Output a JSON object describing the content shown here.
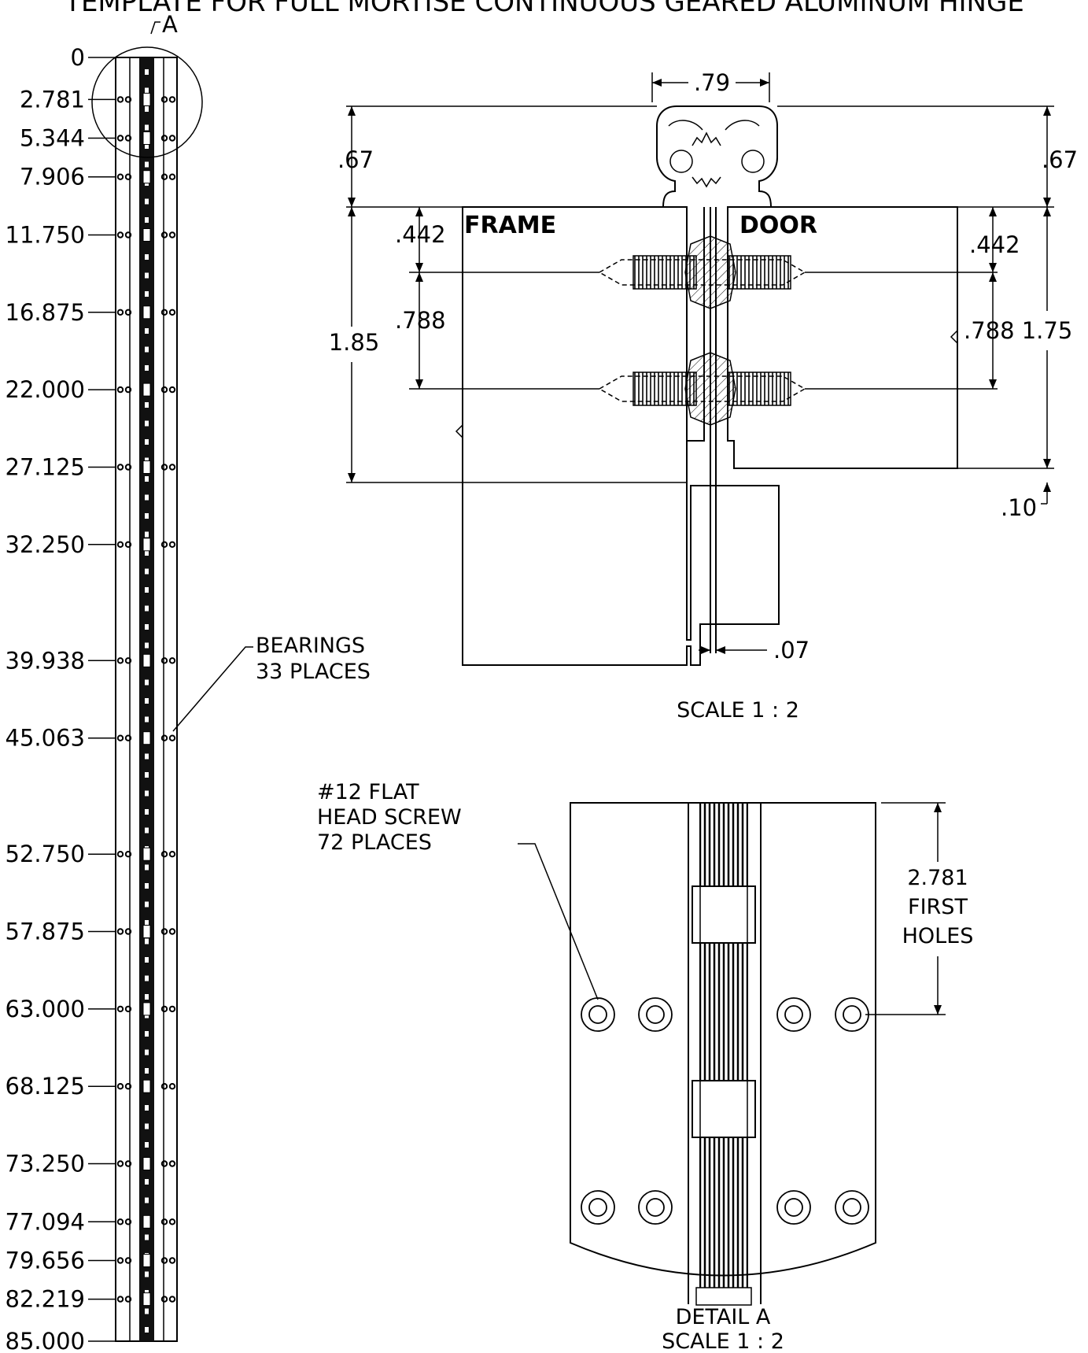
{
  "title": "TEMPLATE FOR FULL MORTISE CONTINUOUS GEARED ALUMINUM HINGE",
  "elevation": {
    "stations": [
      "0",
      "2.781",
      "5.344",
      "7.906",
      "11.750",
      "16.875",
      "22.000",
      "27.125",
      "32.250",
      "39.938",
      "45.063",
      "52.750",
      "57.875",
      "63.000",
      "68.125",
      "73.250",
      "77.094",
      "79.656",
      "82.219",
      "85.000"
    ],
    "detail_callout": "A",
    "bearings_label_1": "BEARINGS",
    "bearings_label_2": "33 PLACES"
  },
  "section": {
    "frame_label": "FRAME",
    "door_label": "DOOR",
    "dims": {
      "top_width": ".79",
      "left_top": ".67",
      "right_top": ".67",
      "left_442": ".442",
      "right_442": ".442",
      "left_788": ".788",
      "right_788": ".788",
      "overall_left": "1.85",
      "overall_right": "1.75",
      "bottom_gap": ".10",
      "slot": ".07"
    },
    "scale": "SCALE 1 : 2"
  },
  "detail": {
    "screw_label_1": "#12 FLAT",
    "screw_label_2": "HEAD SCREW",
    "screw_label_3": "72 PLACES",
    "first_dim": "2.781",
    "first_label_1": "FIRST",
    "first_label_2": "HOLES",
    "detail_title": "DETAIL A",
    "detail_scale": "SCALE 1 : 2"
  }
}
